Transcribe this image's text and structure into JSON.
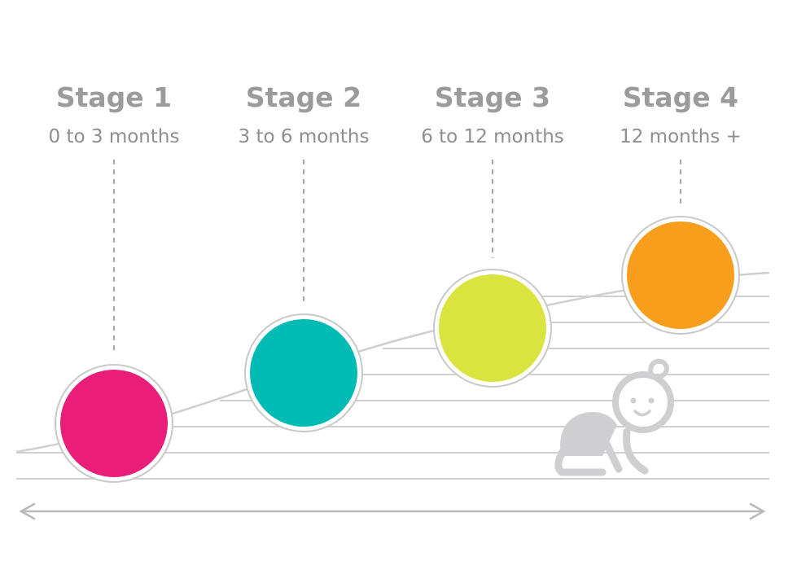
{
  "stages": [
    {
      "title": "Stage 1",
      "range": "0 to 3 months",
      "color": "#e91e78"
    },
    {
      "title": "Stage 2",
      "range": "3 to 6 months",
      "color": "#00bbb3"
    },
    {
      "title": "Stage 3",
      "range": "6 to 12 months",
      "color": "#d9e43f"
    },
    {
      "title": "Stage 4",
      "range": "12 months +",
      "color": "#f99d1c"
    }
  ],
  "colors": {
    "text_title": "#9b9b9d",
    "text_range": "#8e8e90",
    "line": "#cfcfd1",
    "dash": "#a9a9ab",
    "ring": "#c9c9cb",
    "arrow": "#b9b9bb",
    "baby": "#cfcfd1"
  },
  "illustration": "crawling-baby-icon",
  "timeline_arrow": "double-headed-arrow"
}
